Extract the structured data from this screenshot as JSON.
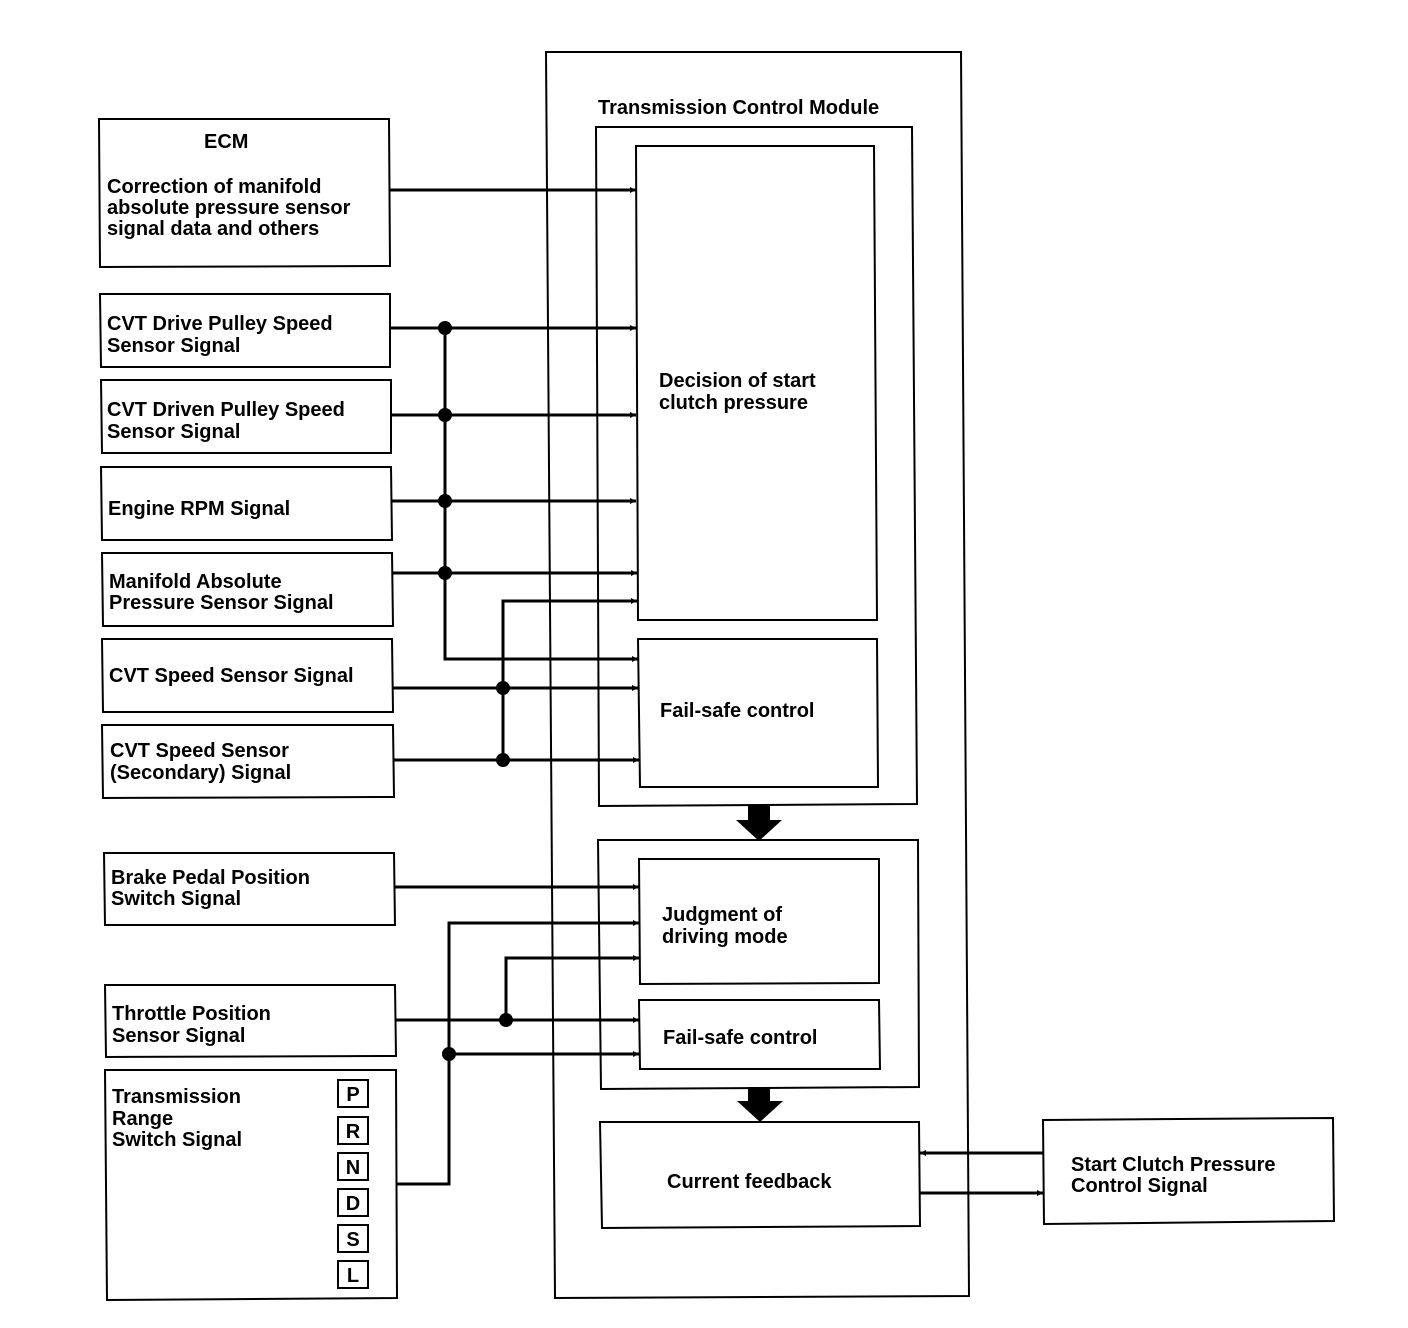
{
  "tcm": {
    "title": "Transmission Control Module",
    "decision": [
      "Decision of start",
      "clutch pressure"
    ],
    "failsafe_1": "Fail-safe control",
    "judgment": [
      "Judgment of",
      "driving mode"
    ],
    "failsafe_2": "Fail-safe control",
    "current_feedback": "Current feedback"
  },
  "inputs": {
    "ecm": {
      "title": "ECM",
      "desc": [
        "Correction of manifold",
        "absolute pressure sensor",
        "signal data and others"
      ]
    },
    "drive_pulley": [
      "CVT Drive Pulley Speed",
      "Sensor Signal"
    ],
    "driven_pulley": [
      "CVT Driven Pulley Speed",
      "Sensor Signal"
    ],
    "engine_rpm": "Engine RPM Signal",
    "map_sensor": [
      "Manifold Absolute",
      "Pressure Sensor Signal"
    ],
    "cvt_speed": "CVT Speed Sensor Signal",
    "cvt_speed_secondary": [
      "CVT Speed Sensor",
      "(Secondary) Signal"
    ],
    "brake_pedal": [
      "Brake Pedal Position",
      "Switch Signal"
    ],
    "throttle": [
      "Throttle Position",
      "Sensor Signal"
    ],
    "range_switch": [
      "Transmission",
      "Range",
      "Switch Signal"
    ],
    "gears": [
      "P",
      "R",
      "N",
      "D",
      "S",
      "L"
    ]
  },
  "output": [
    "Start Clutch Pressure",
    "Control Signal"
  ]
}
